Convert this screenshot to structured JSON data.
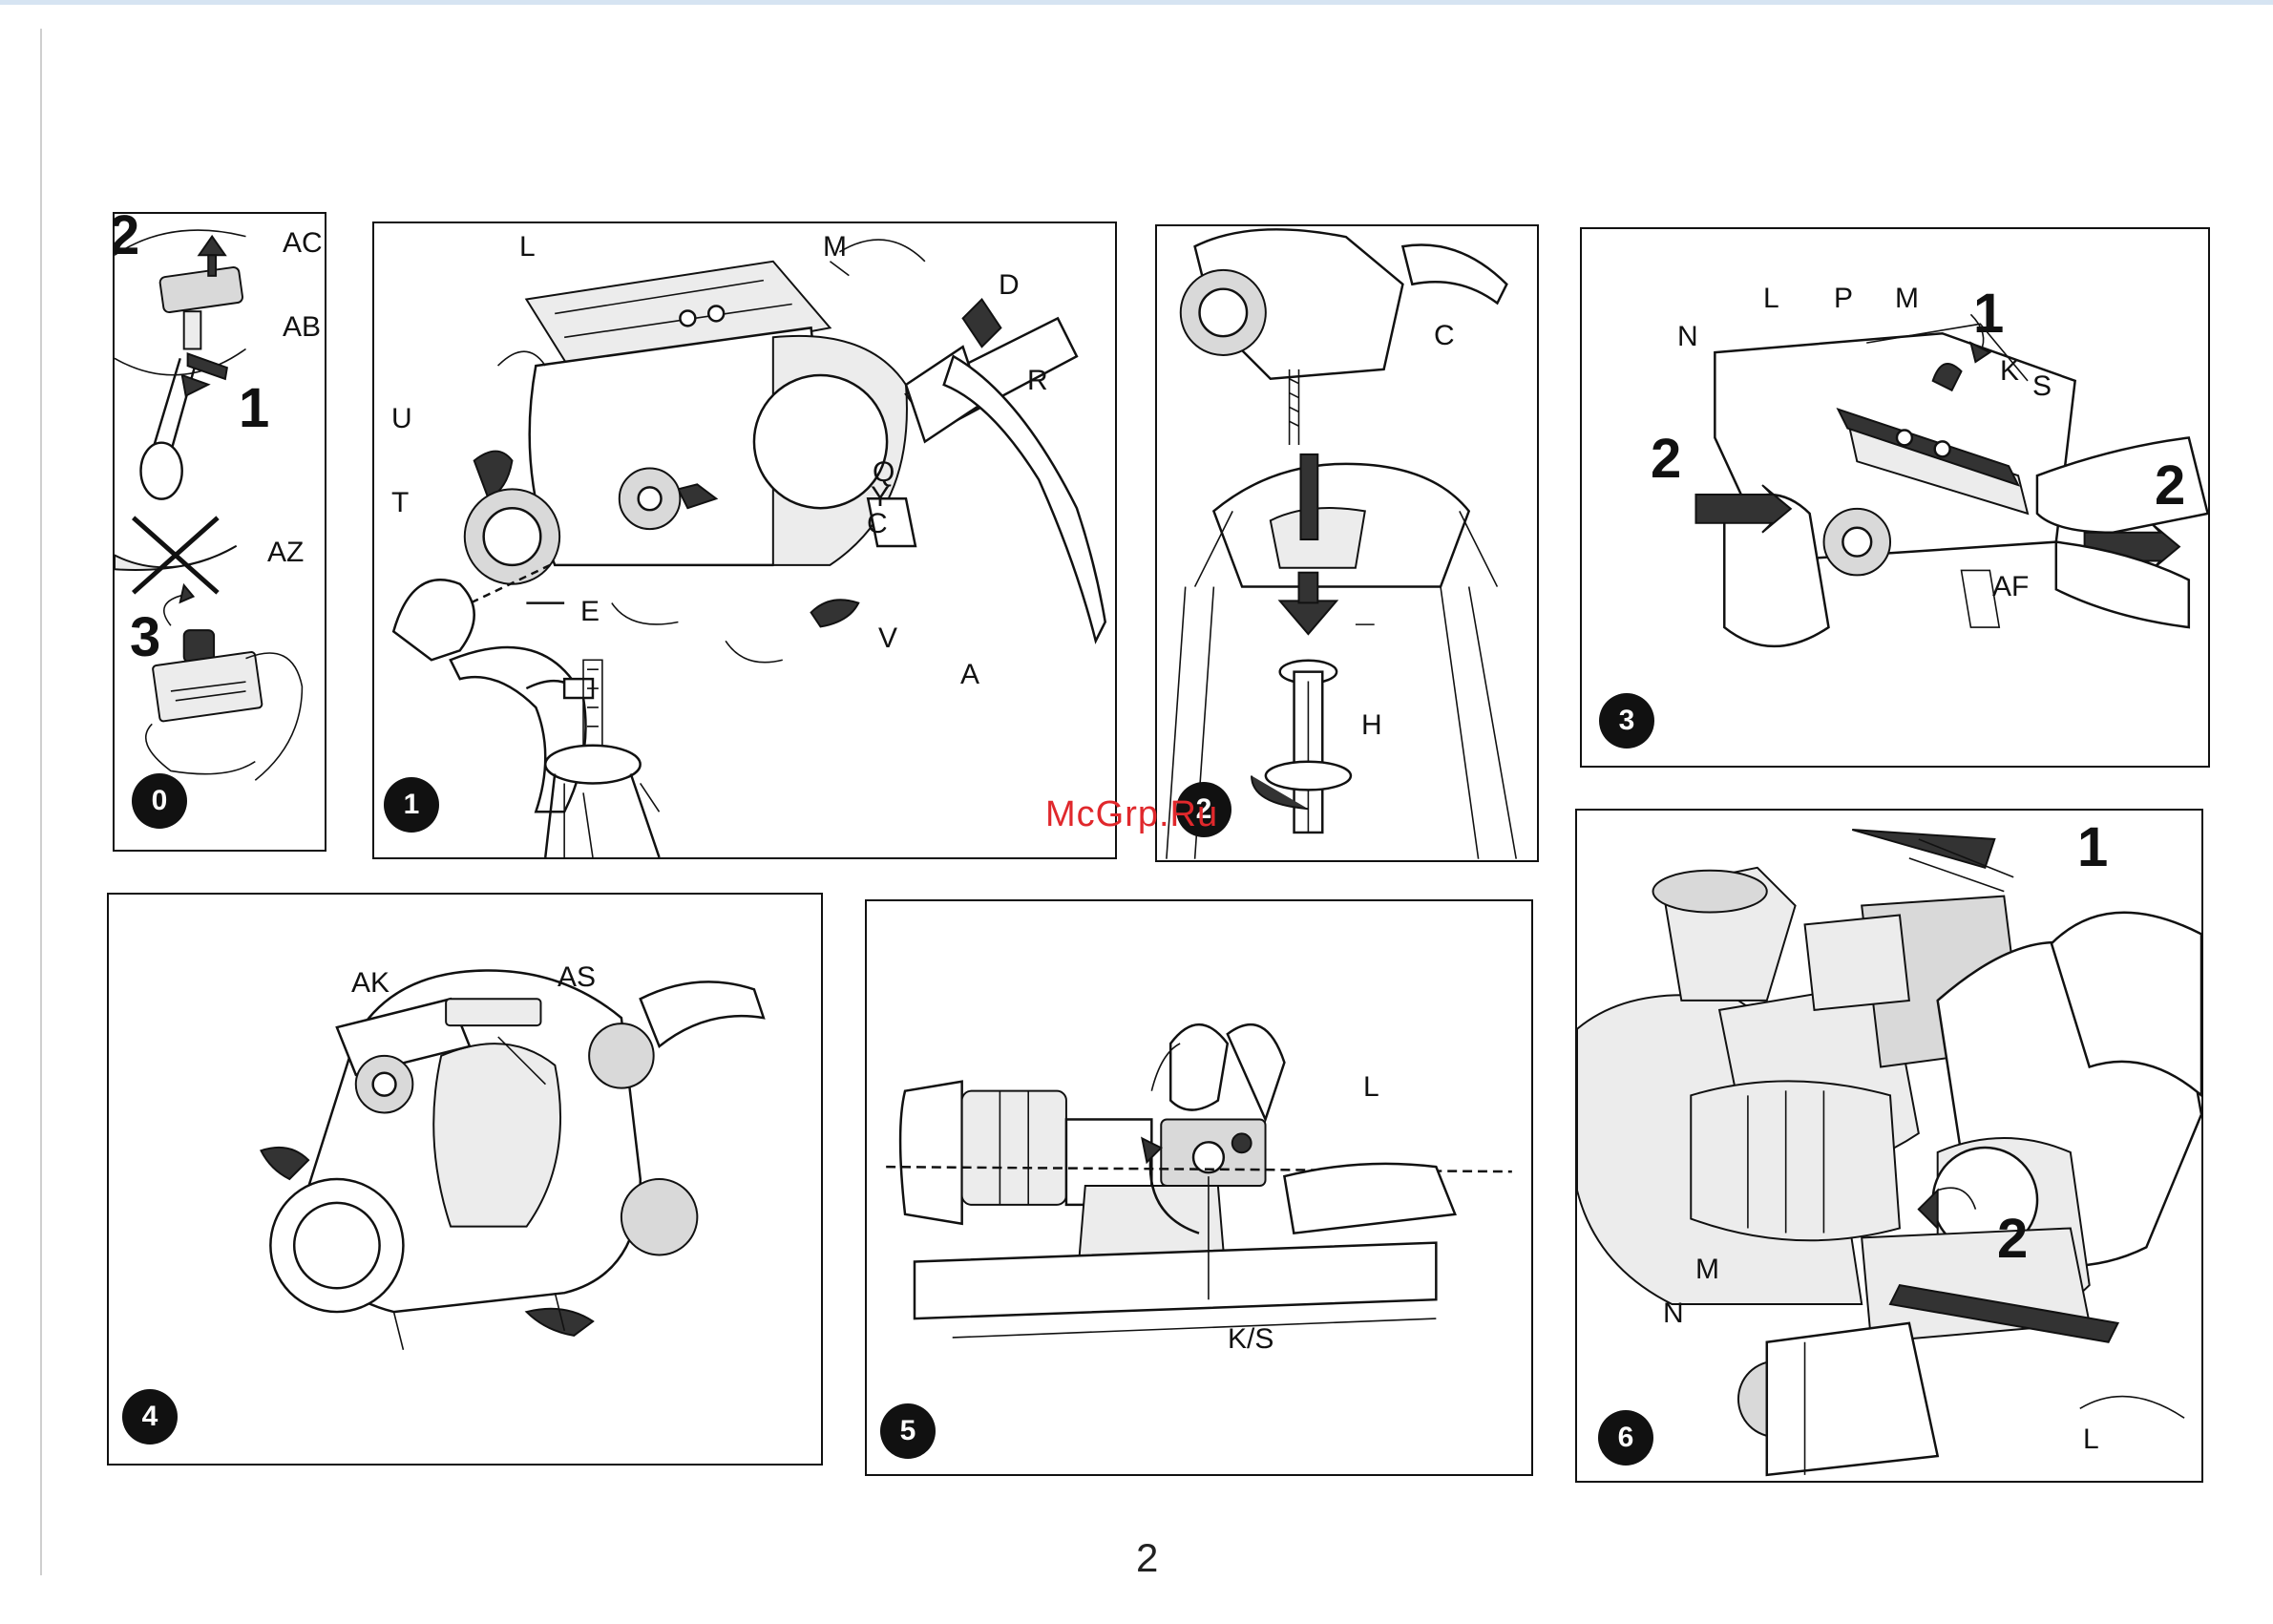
{
  "page_number": "2",
  "watermark": "McGrp.Ru",
  "panels": {
    "p0": {
      "badge": "0",
      "steps": [
        "2",
        "1",
        "3"
      ],
      "labels": [
        "AC",
        "AB",
        "AZ"
      ]
    },
    "p1": {
      "badge": "1",
      "labels": [
        "L",
        "M",
        "D",
        "R",
        "U",
        "T",
        "Q",
        "Y",
        "C",
        "E",
        "V",
        "A"
      ]
    },
    "p2": {
      "badge": "2",
      "labels": [
        "C",
        "H"
      ]
    },
    "p3": {
      "badge": "3",
      "steps": [
        "1",
        "2",
        "2"
      ],
      "labels": [
        "L",
        "P",
        "M",
        "N",
        "K",
        "S",
        "AF"
      ]
    },
    "p4": {
      "badge": "4",
      "labels": [
        "AK",
        "AS"
      ]
    },
    "p5": {
      "badge": "5",
      "labels": [
        "L",
        "K/S"
      ]
    },
    "p6": {
      "badge": "6",
      "steps": [
        "1",
        "2"
      ],
      "labels": [
        "M",
        "N",
        "L"
      ]
    }
  }
}
